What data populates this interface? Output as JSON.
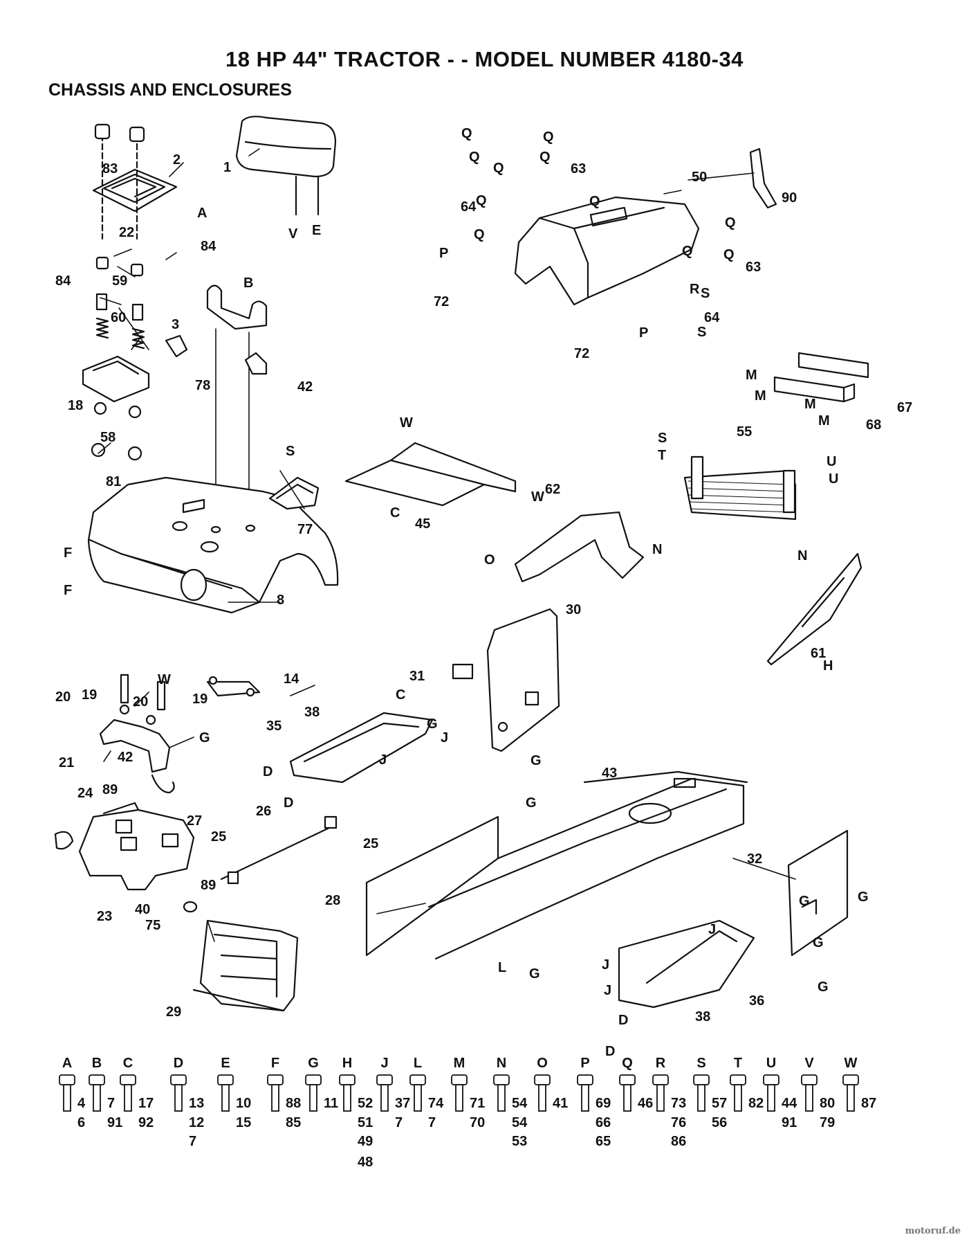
{
  "title": "18 HP 44\" TRACTOR - - MODEL NUMBER 4180-34",
  "subtitle": "CHASSIS AND ENCLOSURES",
  "watermark": {
    "name": "motoruf",
    "suffix": ".de"
  },
  "part_labels": [
    "1",
    "2",
    "3",
    "8",
    "14",
    "18",
    "19",
    "19",
    "20",
    "20",
    "21",
    "22",
    "23",
    "24",
    "25",
    "25",
    "26",
    "27",
    "28",
    "29",
    "30",
    "31",
    "32",
    "35",
    "36",
    "38",
    "38",
    "40",
    "42",
    "42",
    "43",
    "45",
    "50",
    "55",
    "58",
    "59",
    "60",
    "61",
    "62",
    "63",
    "63",
    "64",
    "64",
    "67",
    "68",
    "72",
    "72",
    "75",
    "77",
    "78",
    "81",
    "83",
    "84",
    "84",
    "89",
    "89",
    "90"
  ],
  "ref_letters": [
    "A",
    "B",
    "C",
    "C",
    "D",
    "D",
    "D",
    "D",
    "E",
    "F",
    "F",
    "G",
    "G",
    "G",
    "G",
    "G",
    "G",
    "G",
    "G",
    "G",
    "H",
    "J",
    "J",
    "J",
    "J",
    "J",
    "L",
    "M",
    "M",
    "M",
    "M",
    "N",
    "N",
    "O",
    "P",
    "P",
    "Q",
    "Q",
    "Q",
    "Q",
    "Q",
    "Q",
    "Q",
    "Q",
    "Q",
    "Q",
    "Q",
    "R",
    "S",
    "S",
    "S",
    "S",
    "T",
    "U",
    "U",
    "V",
    "W",
    "W",
    "W"
  ],
  "hardware_key": [
    {
      "letter": "A",
      "parts": [
        "4",
        "6"
      ]
    },
    {
      "letter": "B",
      "parts": [
        "7",
        "91"
      ]
    },
    {
      "letter": "C",
      "parts": [
        "17",
        "92"
      ]
    },
    {
      "letter": "D",
      "parts": [
        "13",
        "12",
        "7"
      ]
    },
    {
      "letter": "E",
      "parts": [
        "10",
        "15"
      ]
    },
    {
      "letter": "F",
      "parts": [
        "88",
        "85"
      ]
    },
    {
      "letter": "G",
      "parts": [
        "11"
      ]
    },
    {
      "letter": "H",
      "parts": [
        "52",
        "51",
        "49",
        "48"
      ]
    },
    {
      "letter": "J",
      "parts": [
        "37",
        "7"
      ]
    },
    {
      "letter": "L",
      "parts": [
        "74",
        "7"
      ]
    },
    {
      "letter": "M",
      "parts": [
        "71",
        "70"
      ]
    },
    {
      "letter": "N",
      "parts": [
        "54",
        "54",
        "53"
      ]
    },
    {
      "letter": "O",
      "parts": [
        "41"
      ]
    },
    {
      "letter": "P",
      "parts": [
        "69",
        "66",
        "65"
      ]
    },
    {
      "letter": "Q",
      "parts": [
        "46"
      ]
    },
    {
      "letter": "R",
      "parts": [
        "73",
        "76",
        "86"
      ]
    },
    {
      "letter": "S",
      "parts": [
        "57",
        "56"
      ]
    },
    {
      "letter": "T",
      "parts": [
        "82"
      ]
    },
    {
      "letter": "U",
      "parts": [
        "44",
        "91"
      ]
    },
    {
      "letter": "V",
      "parts": [
        "80",
        "79"
      ]
    },
    {
      "letter": "W",
      "parts": [
        "87"
      ]
    }
  ]
}
